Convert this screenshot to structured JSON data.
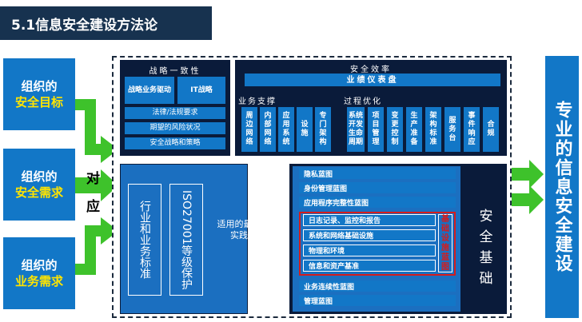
{
  "title": "5.1信息安全建设方法论",
  "left_boxes": [
    {
      "line1": "组织的",
      "line2": "安全目标"
    },
    {
      "line1": "组织的",
      "line2": "安全需求"
    },
    {
      "line1": "组织的",
      "line2": "业务需求"
    }
  ],
  "duiying": "对应",
  "right_box": "专业的信息安全建设",
  "strategy": {
    "header": "战略一致性",
    "item1": "战略业务驱动",
    "item2": "IT战略",
    "rows": [
      "法律/法规要求",
      "期望的风险状况",
      "安全战略和策略"
    ]
  },
  "efficiency": {
    "header": "安全效率",
    "dashboard": "业绩仪表盘"
  },
  "biz_support": {
    "header": "业务支撑",
    "cols": [
      "周边网络",
      "内部网络",
      "应用系统",
      "设施",
      "专门架构"
    ]
  },
  "process": {
    "header": "过程优化",
    "cols": [
      "系统开发生命周期",
      "项目管理",
      "变更控制",
      "生产准备",
      "架构标准",
      "服务台",
      "事件响应",
      "合规"
    ]
  },
  "standards": {
    "col1": "行业和业务标准",
    "col2": "ISO27001等级保护"
  },
  "best_practice": "适用的最佳实践",
  "foundation": {
    "label": "安全基础",
    "rows_top": [
      "隐私蓝图",
      "身份管理蓝图",
      "应用程序完整性蓝图"
    ],
    "infra_rows": [
      "日志记录、监控和报告",
      "系统和网络基础设施",
      "物理和环境",
      "信息和资产基准"
    ],
    "infra_label": "基础设施蓝图",
    "rows_bottom": [
      "业务连续性蓝图",
      "管理蓝图"
    ]
  },
  "colors": {
    "navy": "#0a1b3a",
    "blue": "#1277c7",
    "green": "#3ec22b",
    "red": "#d51c1c",
    "yellow": "#ffe400"
  }
}
